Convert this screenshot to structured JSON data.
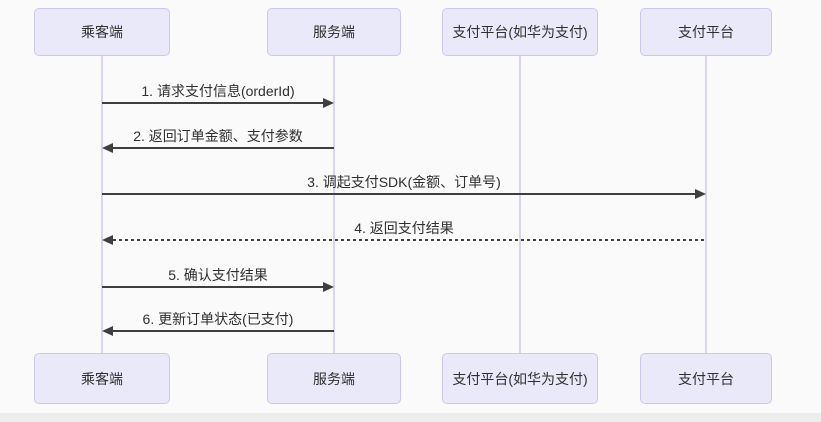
{
  "diagram": {
    "type": "sequence-diagram",
    "participants": [
      {
        "id": "passenger-client",
        "label": "乘客端"
      },
      {
        "id": "server",
        "label": "服务端"
      },
      {
        "id": "payment-platform-huawei",
        "label": "支付平台(如华为支付)"
      },
      {
        "id": "payment-platform",
        "label": "支付平台"
      }
    ],
    "messages": [
      {
        "text": "1. 请求支付信息(orderId)",
        "from": "乘客端",
        "to": "服务端",
        "line": "solid",
        "direction": "right"
      },
      {
        "text": "2. 返回订单金额、支付参数",
        "from": "服务端",
        "to": "乘客端",
        "line": "solid",
        "direction": "left"
      },
      {
        "text": "3. 调起支付SDK(金额、订单号)",
        "from": "乘客端",
        "to": "支付平台",
        "line": "solid",
        "direction": "right"
      },
      {
        "text": "4. 返回支付结果",
        "from": "支付平台",
        "to": "乘客端",
        "line": "dashed",
        "direction": "left"
      },
      {
        "text": "5. 确认支付结果",
        "from": "乘客端",
        "to": "服务端",
        "line": "solid",
        "direction": "right"
      },
      {
        "text": "6. 更新订单状态(已支付)",
        "from": "服务端",
        "to": "乘客端",
        "line": "solid",
        "direction": "left"
      }
    ],
    "colors": {
      "actor_fill": "#EAE9F9",
      "actor_border": "#CCC7EE",
      "lifeline": "#DBD2F2",
      "arrow": "#3F3F3F",
      "text": "#2F2F2F",
      "background": "#FAFAFA"
    }
  }
}
